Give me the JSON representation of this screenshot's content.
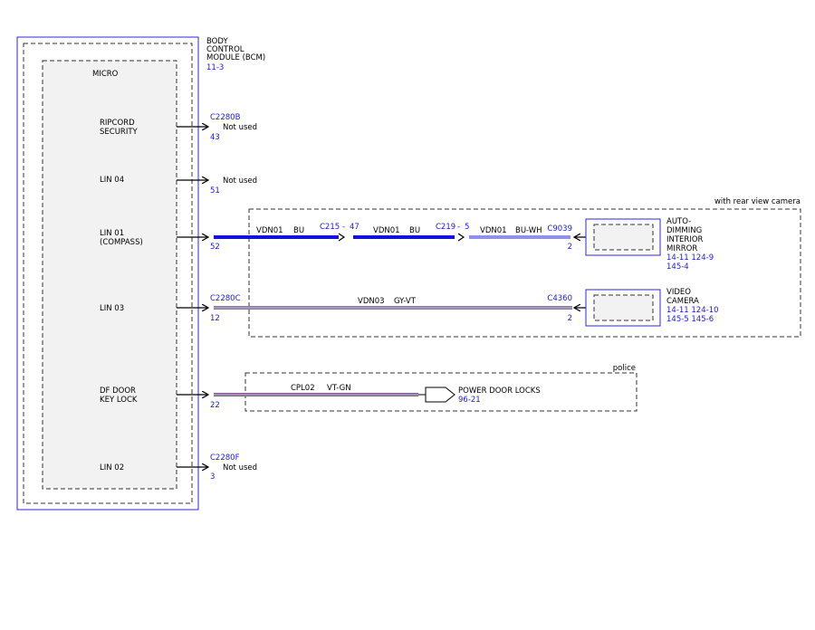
{
  "colors": {
    "module_border": "#2a2ae0",
    "blue_text": "#1a1ad8",
    "wire_bu": "#1010e0",
    "wire_gy_vt": "#8a7a9a",
    "wire_vt_gn": "#8a5a9a"
  },
  "bcm": {
    "title_l1": "BODY",
    "title_l2": "CONTROL",
    "title_l3": "MODULE (BCM)",
    "ref": "11-3",
    "micro_label": "MICRO"
  },
  "pins": [
    {
      "label_l1": "RIPCORD",
      "label_l2": "SECURITY",
      "connector": "C2280B",
      "pin": "43",
      "note": "Not used"
    },
    {
      "label_l1": "LIN 04",
      "label_l2": "",
      "connector": "",
      "pin": "51",
      "note": "Not used"
    },
    {
      "label_l1": "LIN 01",
      "label_l2": "(COMPASS)",
      "connector": "",
      "pin": "52",
      "note": ""
    },
    {
      "label_l1": "LIN 03",
      "label_l2": "",
      "connector": "C2280C",
      "pin": "12",
      "note": ""
    },
    {
      "label_l1": "DF DOOR",
      "label_l2": "KEY LOCK",
      "connector": "",
      "pin": "22",
      "note": ""
    },
    {
      "label_l1": "LIN 02",
      "label_l2": "",
      "connector": "C2280F",
      "pin": "3",
      "note": "Not used"
    }
  ],
  "rear_camera_group": {
    "label": "with rear view camera",
    "wire1": {
      "seg1_circuit": "VDN01",
      "seg1_color": "BU",
      "splice1": "C215",
      "splice1_pin": "47",
      "seg2_circuit": "VDN01",
      "seg2_color": "BU",
      "splice2": "C219",
      "splice2_pin": "5",
      "seg3_circuit": "VDN01",
      "seg3_color": "BU-WH",
      "end_connector": "C9039",
      "end_pin": "2"
    },
    "mirror": {
      "name_l1": "AUTO-",
      "name_l2": "DIMMING",
      "name_l3": "INTERIOR",
      "name_l4": "MIRROR",
      "ref_l1": "14-11  124-9",
      "ref_l2": "145-4"
    },
    "wire2": {
      "circuit": "VDN03",
      "color": "GY-VT",
      "end_connector": "C4360",
      "end_pin": "2"
    },
    "camera": {
      "name_l1": "VIDEO",
      "name_l2": "CAMERA",
      "ref_l1": "14-11  124-10",
      "ref_l2": "145-5  145-6"
    }
  },
  "police_group": {
    "label": "police",
    "wire": {
      "circuit": "CPL02",
      "color": "VT-GN"
    },
    "destination": "POWER DOOR LOCKS",
    "destination_ref": "96-21"
  }
}
